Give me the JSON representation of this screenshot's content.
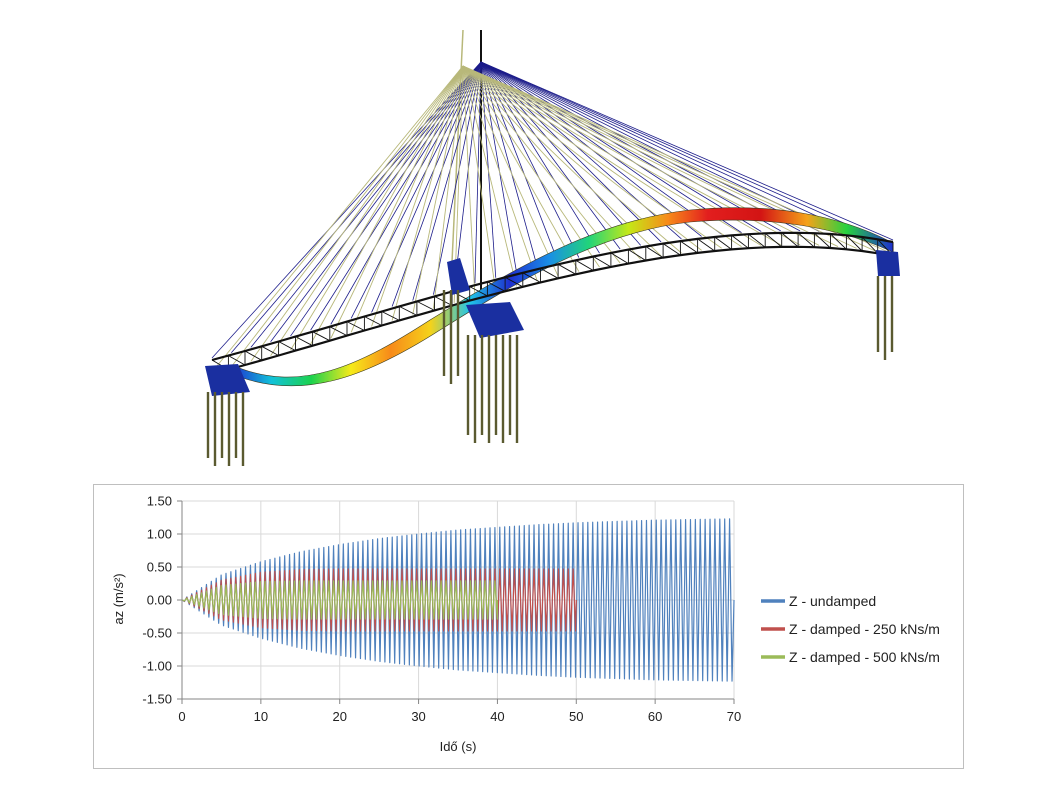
{
  "figure": {
    "bridge_model": "cable-stayed-footbridge-mode-shape",
    "colors": {
      "deck_frame": "#111111",
      "cables_front": "#1c1c8a",
      "cables_back": "#b8b87a",
      "supports": "#1a2fa0",
      "piles": "#5a5a30"
    }
  },
  "chart_data": {
    "type": "line",
    "xlabel": "Idő (s)",
    "ylabel": "az (m/s²)",
    "xlim": [
      0,
      70
    ],
    "ylim": [
      -1.5,
      1.5
    ],
    "xticks": [
      "0",
      "10",
      "20",
      "30",
      "40",
      "50",
      "60",
      "70"
    ],
    "yticks": [
      "1.50",
      "1.00",
      "0.50",
      "0.00",
      "-0.50",
      "-1.00",
      "-1.50"
    ],
    "grid": true,
    "legend_position": "right",
    "series": [
      {
        "name": "Z - undamped",
        "color": "#4f81bd",
        "end_time": 70,
        "envelope": {
          "t": [
            0,
            5,
            10,
            15,
            20,
            25,
            30,
            35,
            40,
            45,
            50,
            55,
            60,
            65,
            70
          ],
          "amp": [
            0,
            0.38,
            0.58,
            0.73,
            0.84,
            0.93,
            1.0,
            1.06,
            1.1,
            1.14,
            1.17,
            1.19,
            1.21,
            1.22,
            1.23
          ]
        }
      },
      {
        "name": "Z - damped - 250 kNs/m",
        "color": "#c0504d",
        "end_time": 50,
        "envelope": {
          "t": [
            0,
            5,
            10,
            15,
            20,
            25,
            30,
            35,
            40,
            45,
            50
          ],
          "amp": [
            0,
            0.3,
            0.42,
            0.46,
            0.47,
            0.47,
            0.47,
            0.47,
            0.47,
            0.47,
            0.47
          ]
        }
      },
      {
        "name": "Z - damped - 500 kNs/m",
        "color": "#9bbb59",
        "end_time": 40,
        "envelope": {
          "t": [
            0,
            5,
            10,
            15,
            20,
            25,
            30,
            35,
            40
          ],
          "amp": [
            0,
            0.22,
            0.28,
            0.29,
            0.29,
            0.29,
            0.29,
            0.29,
            0.29
          ]
        }
      }
    ]
  }
}
